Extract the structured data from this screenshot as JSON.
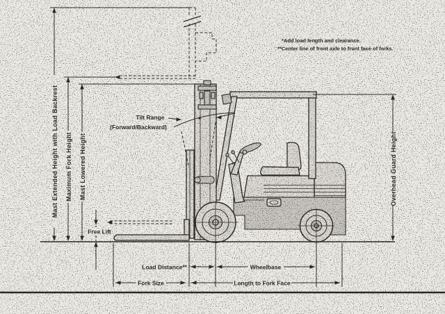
{
  "diagram": {
    "type": "forklift-dimension-diagram",
    "vertical_dimensions": {
      "mast_extended_height": "Mast Extended Height with Load Backrest",
      "maximum_fork_height": "Maximum Fork Height",
      "mast_lowered_height": "Mast Lowered Height",
      "free_lift": "Free Lift",
      "overhead_guard_height": "Overhead Guard Height"
    },
    "horizontal_dimensions": {
      "load_distance": "Load Distance**",
      "wheelbase": "Wheelbase",
      "fork_size": "Fork Size",
      "length_to_fork_face": "Length to Fork Face"
    },
    "annotations": {
      "tilt_range_line1": "Tilt Range",
      "tilt_range_line2": "(Forward/Backward)",
      "footnote1": "*Add load length and clearance.",
      "footnote2": "**Center line of front axle to front face of forks."
    },
    "colors": {
      "paper": "#eae8e3",
      "ink": "#2b2b28",
      "fill_light": "#d9d6d0",
      "fill_mid": "#c6c3bd"
    }
  }
}
